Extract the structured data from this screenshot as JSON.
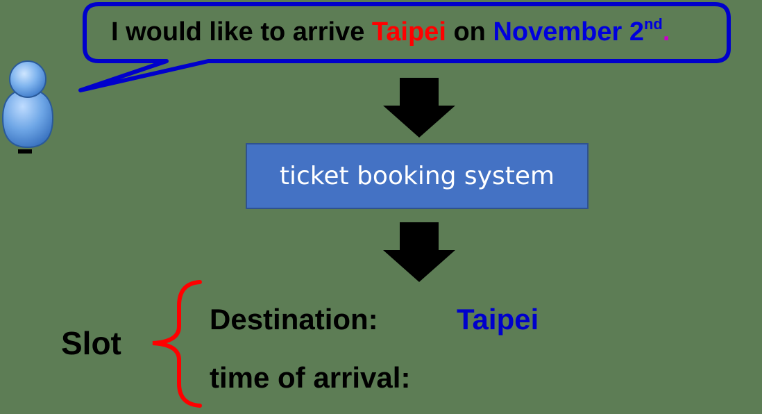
{
  "speech": {
    "part1": "I would like to arrive ",
    "city": "Taipei",
    "part2": " on ",
    "date": "November 2",
    "date_suffix": "nd",
    "period": "."
  },
  "system": {
    "label": "ticket booking system"
  },
  "slot": {
    "label": "Slot",
    "entries": [
      {
        "name": "Destination:",
        "value": "Taipei"
      },
      {
        "name": "time of arrival:",
        "value": ""
      }
    ]
  },
  "colors": {
    "background": "#5d7d55",
    "speech_border": "#0000cc",
    "city": "#ff0000",
    "date": "#0000dd",
    "period": "#cc00cc",
    "system_fill": "#4472c4",
    "brace": "#ff0000",
    "slot_value": "#0000cc"
  },
  "icons": {
    "user": "user-icon",
    "arrow": "arrow-down-icon",
    "brace": "curly-brace-icon"
  }
}
